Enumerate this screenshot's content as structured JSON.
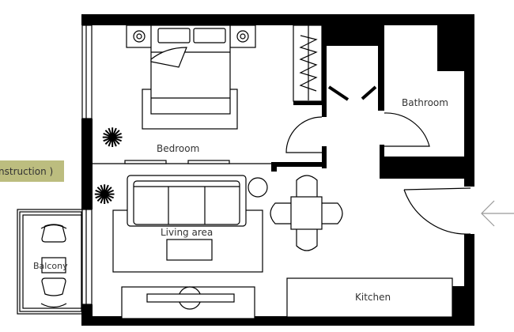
{
  "banner": {
    "text": "nstruction )",
    "color": "#bcbd7f"
  },
  "rooms": {
    "bedroom": "Bedroom",
    "bathroom": "Bathroom",
    "living": "Living area",
    "balcony": "Balcony",
    "kitchen": "Kitchen"
  },
  "entrance": {
    "icon": "arrow-left-icon"
  }
}
